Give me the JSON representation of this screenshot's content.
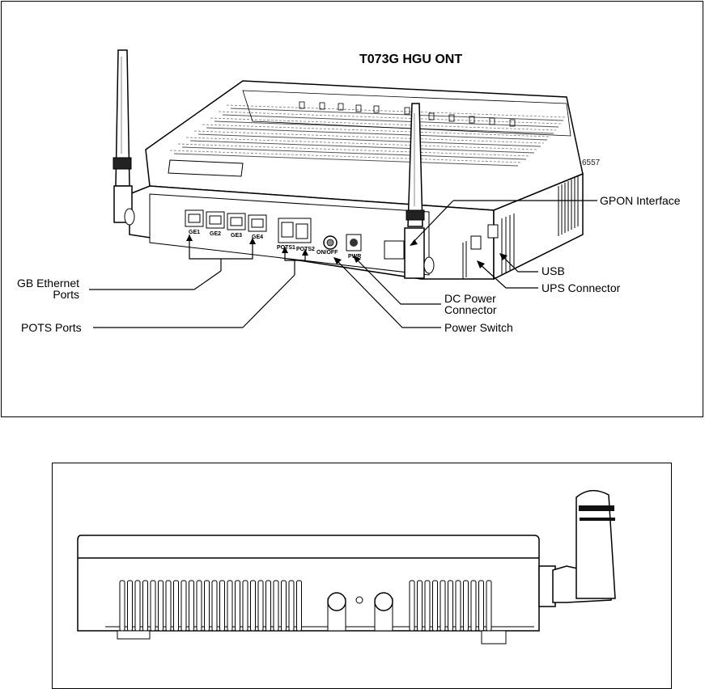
{
  "title": "T073G HGU ONT",
  "figure_number": "6557",
  "callouts": {
    "gb_ethernet": [
      "GB Ethernet",
      "Ports"
    ],
    "pots_ports": "POTS Ports",
    "gpon_interface": "GPON Interface",
    "usb": "USB",
    "ups_connector": "UPS Connector",
    "dc_power": [
      "DC Power",
      "Connector"
    ],
    "power_switch": "Power Switch"
  },
  "port_labels": {
    "ge1": "GE1",
    "ge2": "GE2",
    "ge3": "GE3",
    "ge4": "GE4",
    "pots1": "POTS1",
    "pots2": "POTS2",
    "on_off": "ON/OFF",
    "power": "PWR"
  }
}
